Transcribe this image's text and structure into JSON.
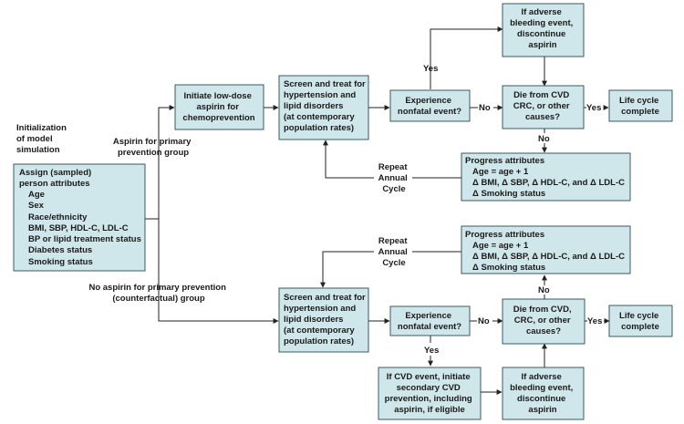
{
  "intro": [
    "Initialization",
    "of model",
    "simulation"
  ],
  "assign_box": {
    "title": [
      "Assign (sampled)",
      "person attributes"
    ],
    "items": [
      "Age",
      "Sex",
      "Race/ethnicity",
      "BMI, SBP, HDL-C, LDL-C",
      "BP or lipid treatment status",
      "Diabetes status",
      "Smoking status"
    ]
  },
  "aspirin_group_label": [
    "Aspirin for primary",
    "prevention group"
  ],
  "no_aspirin_group_label": [
    "No aspirin for primary prevention",
    "(counterfactual) group"
  ],
  "top": {
    "initiate": [
      "Initiate low-dose",
      "aspirin for",
      "chemoprevention"
    ],
    "screen": [
      "Screen and treat for",
      "hypertension and",
      "lipid disorders",
      "(at contemporary",
      "population rates)"
    ],
    "experience": [
      "Experience",
      "nonfatal event?"
    ],
    "bleeding": [
      "If adverse",
      "bleeding event,",
      "discontinue",
      "aspirin"
    ],
    "die": [
      "Die from CVD",
      "CRC, or other",
      "causes?"
    ],
    "complete": [
      "Life cycle",
      "complete"
    ],
    "progress_title": "Progress attributes",
    "progress_items": [
      "Age = age + 1",
      "Δ BMI, Δ SBP, Δ HDL-C, and Δ LDL-C",
      "Δ Smoking status"
    ],
    "repeat": [
      "Repeat",
      "Annual",
      "Cycle"
    ]
  },
  "bottom": {
    "screen": [
      "Screen and treat for",
      "hypertension and",
      "lipid disorders",
      "(at contemporary",
      "population rates)"
    ],
    "experience": [
      "Experience",
      "nonfatal event?"
    ],
    "secondary": [
      "If CVD event, initiate",
      "secondary CVD",
      "prevention, including",
      "aspirin, if eligible"
    ],
    "bleeding": [
      "If adverse",
      "bleeding event,",
      "discontinue",
      "aspirin"
    ],
    "die": [
      "Die from CVD,",
      "CRC, or other",
      "causes?"
    ],
    "complete": [
      "Life cycle",
      "complete"
    ],
    "progress_title": "Progress attributes",
    "progress_items": [
      "Age = age + 1",
      "Δ BMI, Δ SBP, Δ HDL-C, and Δ LDL-C",
      "Δ Smoking status"
    ],
    "repeat": [
      "Repeat",
      "Annual",
      "Cycle"
    ]
  },
  "edge_labels": {
    "yes": "Yes",
    "no": "No"
  },
  "colors": {
    "box_fill": "#cfe6ea",
    "box_stroke": "#2a4a55",
    "line": "#222222"
  }
}
